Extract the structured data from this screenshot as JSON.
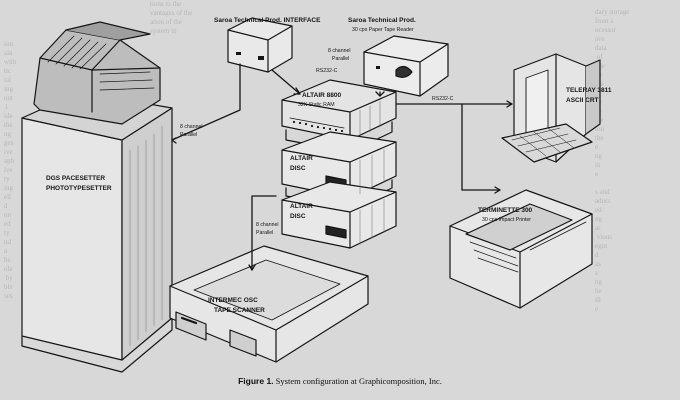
{
  "figure": {
    "caption_label": "Figure 1.",
    "caption_text": "System configuration at Graphicomposition, Inc."
  },
  "devices": {
    "interface": {
      "line1": "Saroa Technical Prod. INTERFACE"
    },
    "tape_reader": {
      "line1": "Saroa Technical Prod.",
      "line2": "30 cps Paper Tape Reader"
    },
    "typesetter": {
      "line1": "DGS PACESETTER",
      "line2": "PHOTOTYPESETTER"
    },
    "computer": {
      "line1": "ALTAIR 8800",
      "line2": "32K Static RAM"
    },
    "disc1": {
      "line1": "ALTAIR",
      "line2": "DISC"
    },
    "disc2": {
      "line1": "ALTAIR",
      "line2": "DISC"
    },
    "crt": {
      "line1": "TELERAY 3811",
      "line2": "ASCII CRT"
    },
    "printer": {
      "line1": "TERMINETTE 300",
      "line2": "30 cps Impact Printer"
    },
    "scanner": {
      "line1": "INTERMEC OSC",
      "line2": "TAPE SCANNER"
    }
  },
  "connections": {
    "typesetter_parallel_1": "8 channel",
    "typesetter_parallel_2": "Parallel",
    "reader_parallel_1": "8 channel",
    "reader_parallel_2": "Parallel",
    "scanner_parallel_1": "8 channel",
    "scanner_parallel_2": "Parallel",
    "rs232_interface": "RS232-C",
    "rs232_crt": "RS232-C"
  }
}
